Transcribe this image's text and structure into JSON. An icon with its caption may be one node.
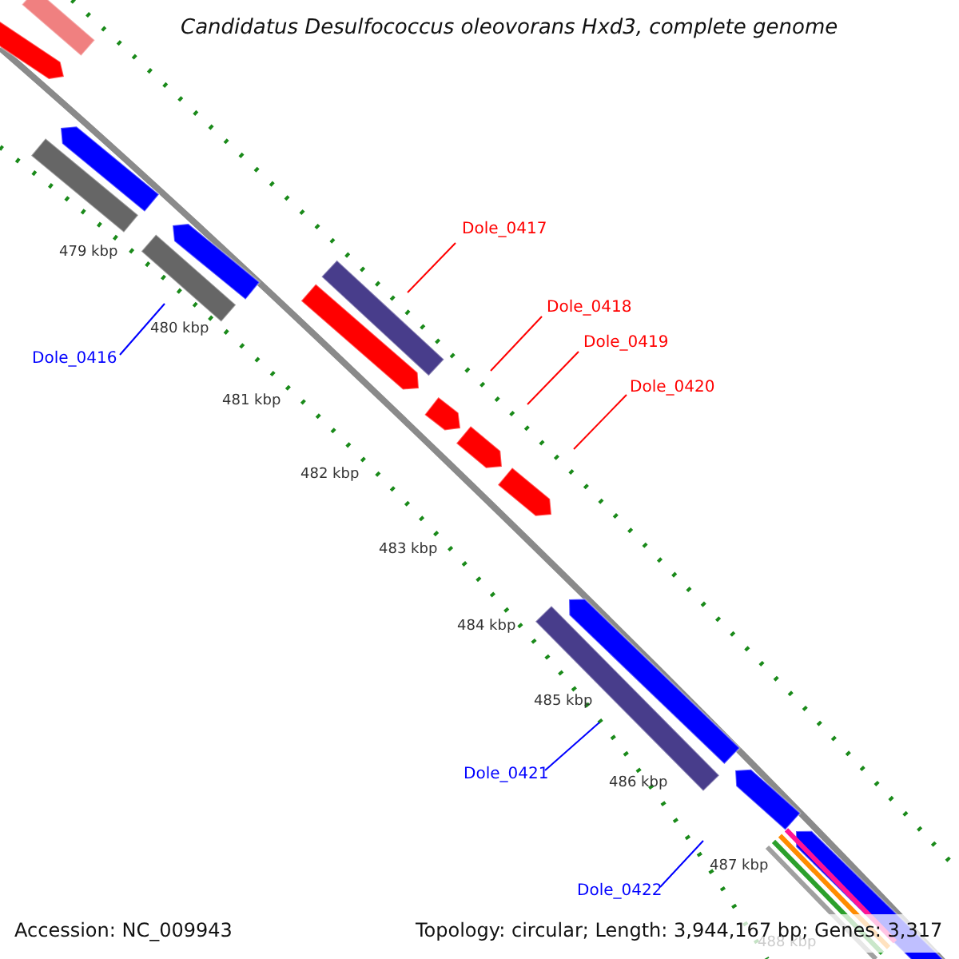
{
  "diagram": {
    "title": "Candidatus Desulfococcus oleovorans Hxd3, complete genome",
    "nodes": [
      {
        "text": [
          "Dole_0417"
        ]
      },
      {
        "text": [
          "Dole_0418"
        ]
      },
      {
        "text": [
          "Dole_0419"
        ]
      },
      {
        "text": [
          "Dole_0416"
        ]
      },
      {
        "text": [
          "Dole_0420"
        ]
      },
      {
        "text": [
          "Dole_0421"
        ]
      },
      {
        "text": [
          "Dole_0422"
        ]
      }
    ],
    "edges": [
      {
        "from": 0,
        "to": null,
        "arrow": "none"
      },
      {
        "from": 1,
        "to": null,
        "arrow": "none"
      },
      {
        "from": 2,
        "to": null,
        "arrow": "none"
      },
      {
        "from": 3,
        "to": null,
        "arrow": "none",
        "color": "#0000ff"
      },
      {
        "from": 4,
        "to": null,
        "arrow": "none"
      },
      {
        "from": 5,
        "to": null,
        "arrow": "none",
        "color": "#0000ff"
      },
      {
        "from": 6,
        "to": null,
        "arrow": "none",
        "color": "#0000ff"
      }
    ],
    "labels": [
      "479 kbp",
      "480 kbp",
      "481 kbp",
      "482 kbp",
      "483 kbp",
      "484 kbp",
      "485 kbp",
      "486 kbp",
      "487 kbp",
      "488 kbp",
      "Accession: NC_009943",
      "Topology: circular; Length: 3,944,167 bp; Genes: 3,317"
    ]
  }
}
